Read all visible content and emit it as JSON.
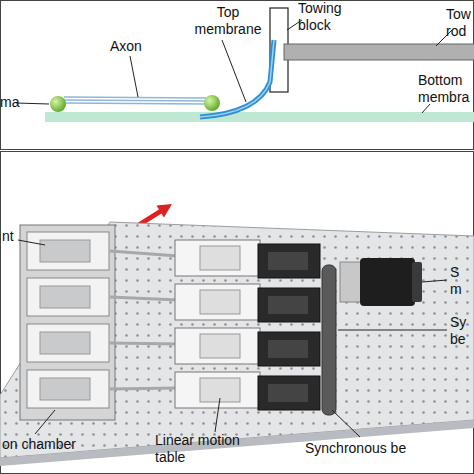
{
  "diagram": {
    "labels": [
      "Top membrane",
      "Towing block",
      "Tow rod",
      "Axon",
      "ma",
      "Bottom membra",
      "nt",
      "S m",
      "Sy be",
      "on chamber",
      "Linear motion table",
      "Synchronous be"
    ]
  }
}
